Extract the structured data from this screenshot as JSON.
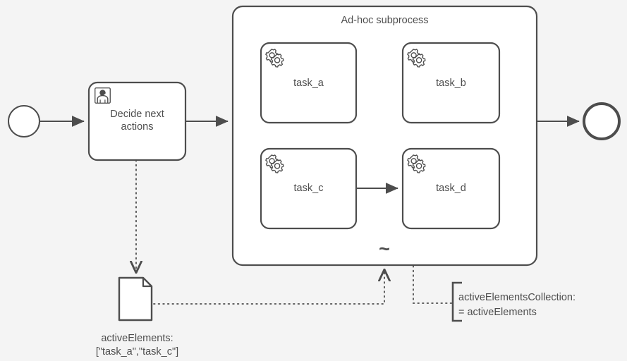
{
  "diagram": {
    "type": "bpmn-ad-hoc-subprocess",
    "background_color": "#f4f4f4",
    "stroke_color": "#4d4d4d",
    "fill_color": "#ffffff",
    "text_color": "#4d4d4d"
  },
  "events": {
    "start": {
      "name": "start-event",
      "label": ""
    },
    "end": {
      "name": "end-event",
      "label": ""
    }
  },
  "user_task": {
    "label": "Decide next\nactions",
    "icon": "user-icon"
  },
  "subprocess": {
    "title": "Ad-hoc subprocess",
    "marker": "~",
    "tasks": [
      {
        "id": "task_a",
        "label": "task_a",
        "icon": "gear-icon"
      },
      {
        "id": "task_b",
        "label": "task_b",
        "icon": "gear-icon"
      },
      {
        "id": "task_c",
        "label": "task_c",
        "icon": "gear-icon"
      },
      {
        "id": "task_d",
        "label": "task_d",
        "icon": "gear-icon"
      }
    ]
  },
  "data_object": {
    "label": "activeElements:\n[\"task_a\",\"task_c\"]",
    "icon": "data-object-icon"
  },
  "annotation": {
    "text": "activeElementsCollection:\n= activeElements"
  }
}
